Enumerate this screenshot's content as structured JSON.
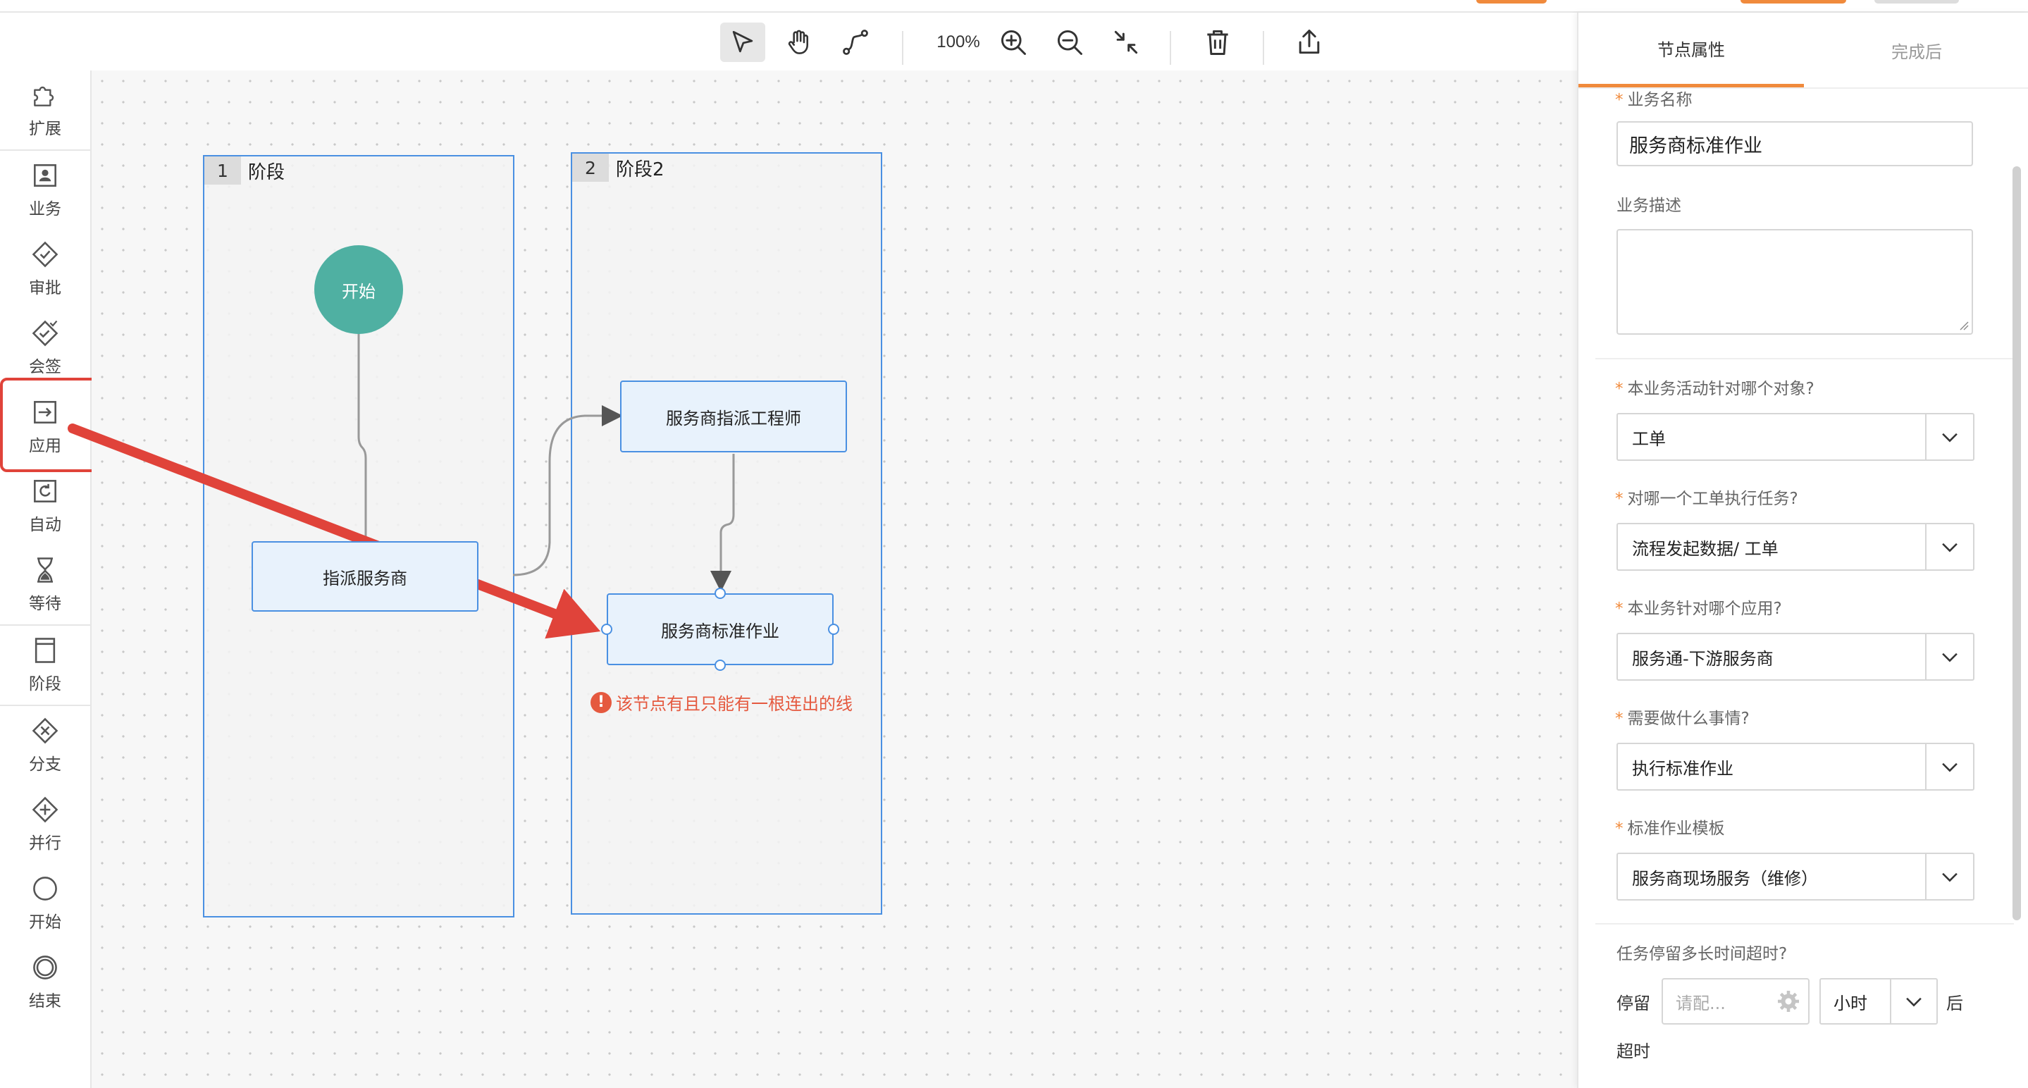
{
  "toolbar": {
    "zoom": "100%",
    "tools": [
      "select-icon",
      "hand-icon",
      "connect-icon",
      "zoom-in-icon",
      "zoom-out-icon",
      "fit-icon",
      "trash-icon",
      "export-icon"
    ]
  },
  "sidebar": {
    "items": [
      {
        "label": "扩展",
        "icon": "puzzle-icon"
      },
      {
        "label": "业务",
        "icon": "id-card-icon"
      },
      {
        "label": "审批",
        "icon": "diamond-check-icon"
      },
      {
        "label": "会签",
        "icon": "diamond-multi-check-icon"
      },
      {
        "label": "应用",
        "icon": "app-arrow-icon"
      },
      {
        "label": "自动",
        "icon": "auto-refresh-icon"
      },
      {
        "label": "等待",
        "icon": "hourglass-icon"
      },
      {
        "label": "阶段",
        "icon": "stage-icon"
      },
      {
        "label": "分支",
        "icon": "branch-diamond-icon"
      },
      {
        "label": "并行",
        "icon": "parallel-diamond-icon"
      },
      {
        "label": "开始",
        "icon": "start-circle-icon"
      },
      {
        "label": "结束",
        "icon": "end-circle-icon"
      }
    ]
  },
  "canvas": {
    "stages": [
      {
        "num": "1",
        "title": "阶段"
      },
      {
        "num": "2",
        "title": "阶段2"
      }
    ],
    "start": "开始",
    "nodes": {
      "dispatch": "指派服务商",
      "assign_engineer": "服务商指派工程师",
      "standard_job": "服务商标准作业"
    },
    "error": "该节点有且只能有一根连出的线"
  },
  "panel": {
    "tabs": [
      "节点属性",
      "完成后"
    ],
    "biz_name_label": "业务名称",
    "biz_name_value": "服务商标准作业",
    "biz_desc_label": "业务描述",
    "biz_desc_value": "",
    "fields": [
      {
        "label": "本业务活动针对哪个对象?",
        "value": "工单"
      },
      {
        "label": "对哪一个工单执行任务?",
        "value": "流程发起数据/ 工单"
      },
      {
        "label": "本业务针对哪个应用?",
        "value": "服务通-下游服务商"
      },
      {
        "label": "需要做什么事情?",
        "value": "执行标准作业"
      },
      {
        "label": "标准作业模板",
        "value": "服务商现场服务（维修）"
      }
    ],
    "timeout": {
      "label": "任务停留多长时间超时?",
      "stay": "停留",
      "placeholder": "请配...",
      "unit": "小时",
      "after": "后",
      "timeout_text": "超时"
    }
  },
  "colors": {
    "accent": "#f08a3c",
    "node_border": "#4a90e2",
    "start": "#4fb0a2",
    "error": "#e5593f",
    "annotation": "#e0433a"
  }
}
